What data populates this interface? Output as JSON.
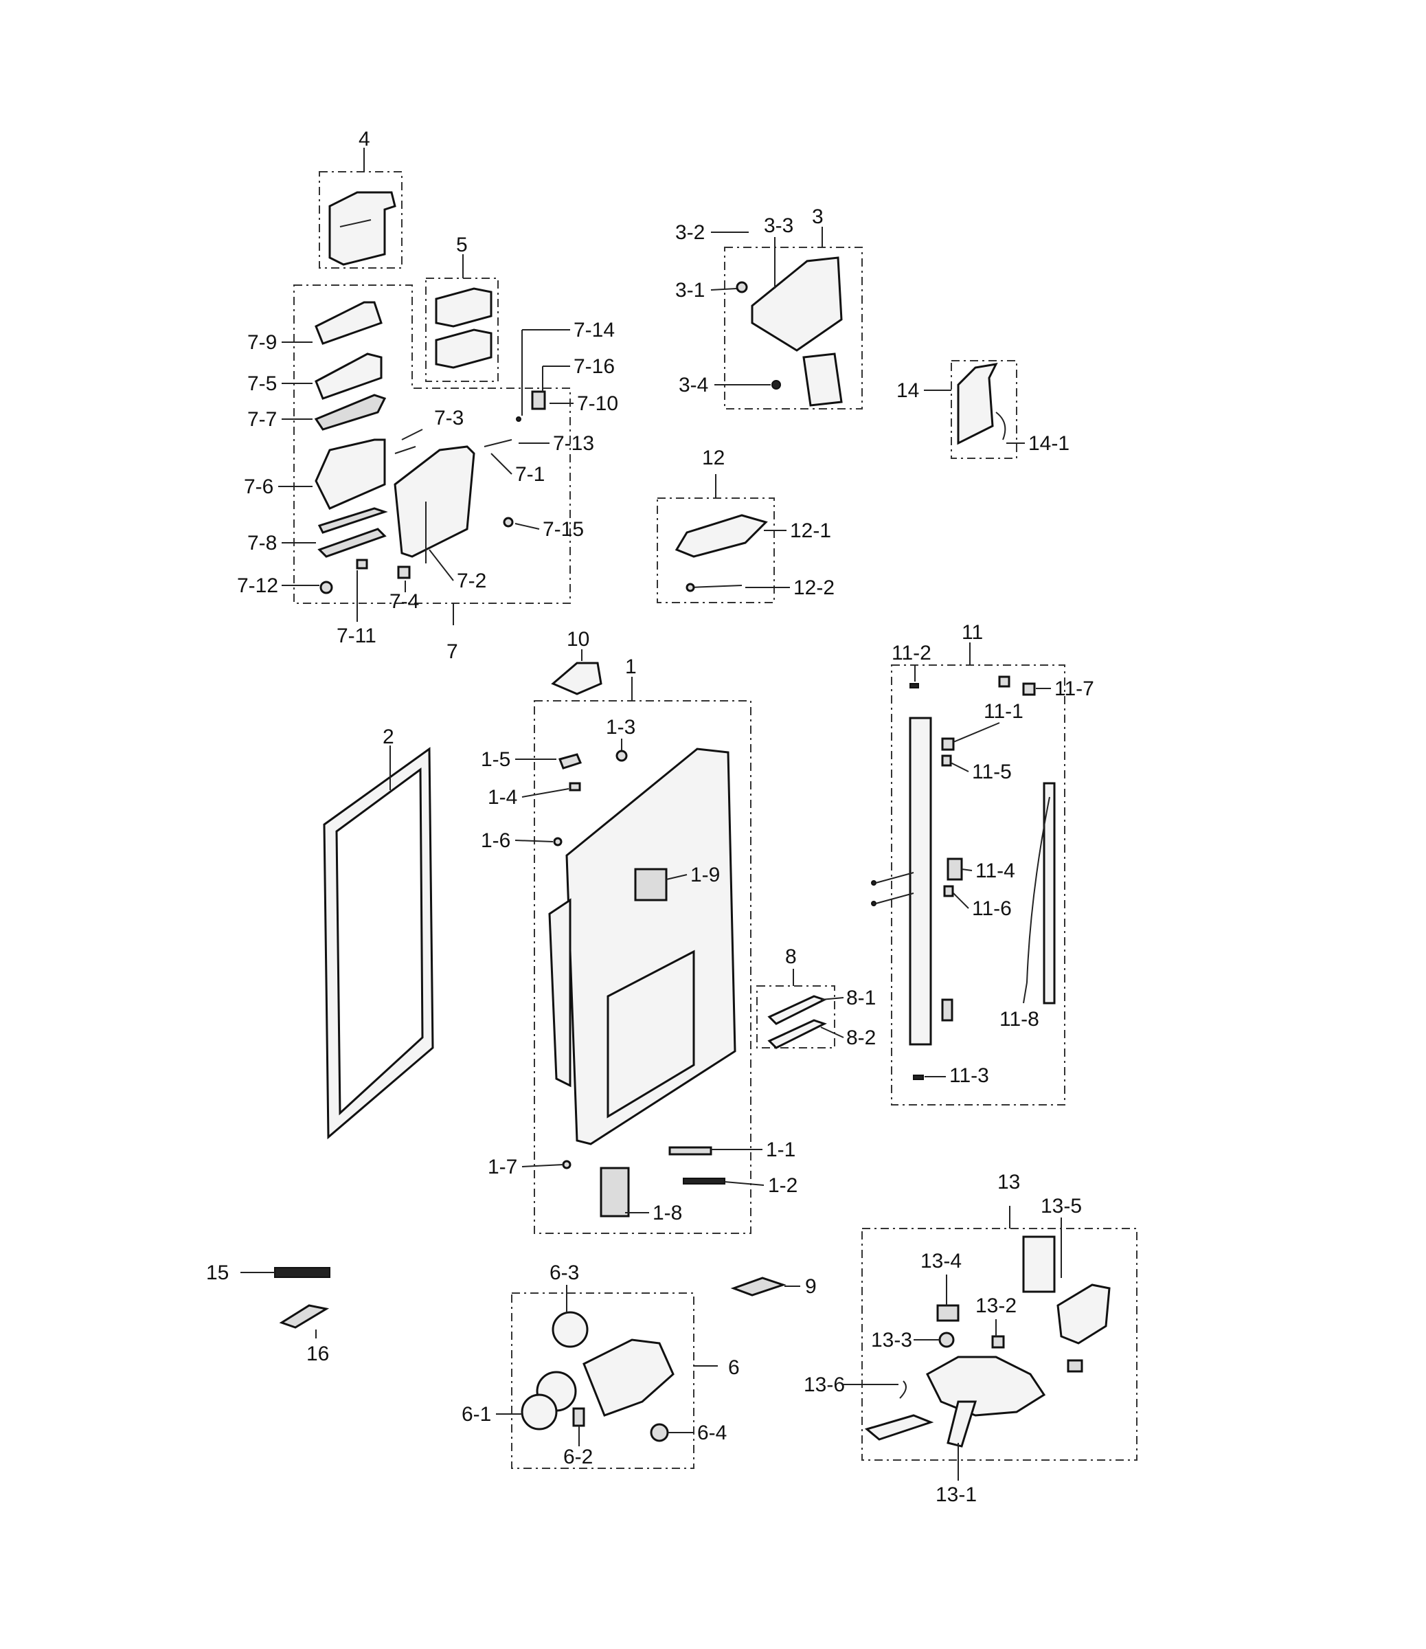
{
  "diagram": {
    "groups": {
      "g4": "4",
      "g5": "5",
      "g7": "7",
      "g3": "3",
      "g14": "14",
      "g12": "12",
      "g1": "1",
      "g11": "11",
      "g8": "8",
      "g13": "13",
      "g6": "6"
    },
    "parts": {
      "p7_9": "7-9",
      "p7_5": "7-5",
      "p7_7": "7-7",
      "p7_6": "7-6",
      "p7_8": "7-8",
      "p7_12": "7-12",
      "p7_11": "7-11",
      "p7_4": "7-4",
      "p7_2": "7-2",
      "p7_3": "7-3",
      "p7_1": "7-1",
      "p7_13": "7-13",
      "p7_14": "7-14",
      "p7_16": "7-16",
      "p7_10": "7-10",
      "p7_15": "7-15",
      "p3_1": "3-1",
      "p3_2": "3-2",
      "p3_3": "3-3",
      "p3_4": "3-4",
      "p14_1": "14-1",
      "p12_1": "12-1",
      "p12_2": "12-2",
      "p10": "10",
      "p2": "2",
      "p1_1": "1-1",
      "p1_2": "1-2",
      "p1_3": "1-3",
      "p1_4": "1-4",
      "p1_5": "1-5",
      "p1_6": "1-6",
      "p1_7": "1-7",
      "p1_8": "1-8",
      "p1_9": "1-9",
      "p11_1": "11-1",
      "p11_2": "11-2",
      "p11_3": "11-3",
      "p11_4": "11-4",
      "p11_5": "11-5",
      "p11_6": "11-6",
      "p11_7": "11-7",
      "p11_8": "11-8",
      "p8_1": "8-1",
      "p8_2": "8-2",
      "p9": "9",
      "p15": "15",
      "p16": "16",
      "p6_1": "6-1",
      "p6_2": "6-2",
      "p6_3": "6-3",
      "p6_4": "6-4",
      "p13_1": "13-1",
      "p13_2": "13-2",
      "p13_3": "13-3",
      "p13_4": "13-4",
      "p13_5": "13-5",
      "p13_6": "13-6"
    }
  }
}
